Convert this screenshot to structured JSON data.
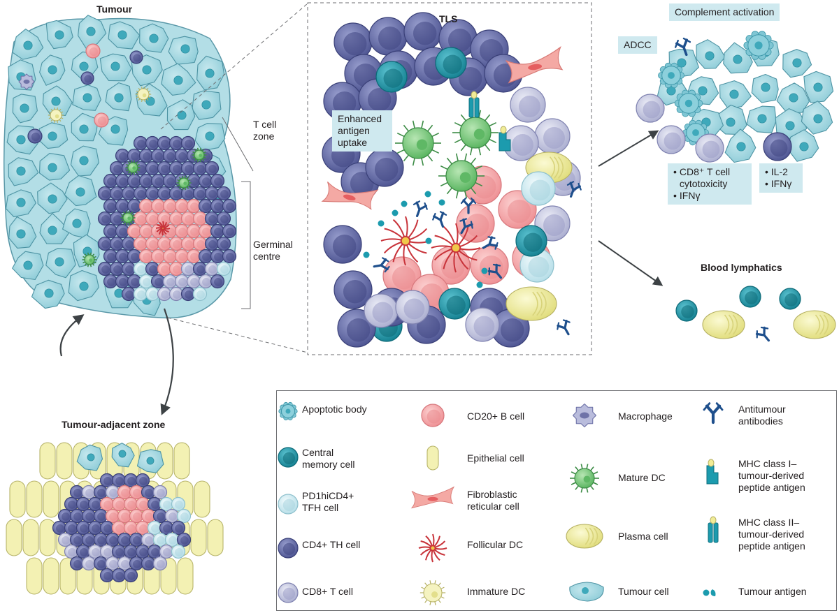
{
  "titles": {
    "tumour": "Tumour",
    "tls": "TLS",
    "tumour_adjacent": "Tumour-adjacent zone",
    "blood_lymphatics": "Blood lymphatics"
  },
  "zones": {
    "t_cell_zone": "T cell zone",
    "germinal_centre": "Germinal centre"
  },
  "boxes": {
    "enhanced": "Enhanced antigen uptake",
    "complement": "Complement activation",
    "adcc": "ADCC",
    "cd8_list": [
      "CD8⁺ T cell cytotoxicity",
      "IFNγ"
    ],
    "il2_list": [
      "IL-2",
      "IFNγ"
    ]
  },
  "legend": {
    "apoptotic": "Apoptotic body",
    "central_memory": "Central memory cell",
    "tfh": "PD1hiCD4+ TFH cell",
    "cd4": "CD4+ TH cell",
    "cd8": "CD8+ T cell",
    "bcell": "CD20+ B cell",
    "epithelial": "Epithelial cell",
    "fibroblastic": "Fibroblastic reticular cell",
    "follicular": "Follicular DC",
    "immature": "Immature DC",
    "macrophage": "Macrophage",
    "mature_dc": "Mature DC",
    "plasma": "Plasma cell",
    "tumour_cell": "Tumour cell",
    "antibodies": "Antitumour antibodies",
    "mhc1": "MHC class I– tumour-derived peptide antigen",
    "mhc2": "MHC class II– tumour-derived peptide antigen",
    "tumour_antigen": "Tumour antigen"
  },
  "colors": {
    "tumour_cell": "#a8d8e0",
    "tumour_nucleus": "#4fb3c4",
    "cd4": "#6a6fa8",
    "cd8": "#c9cbe3",
    "bcell": "#f4a6a8",
    "tfh": "#cfe9f0",
    "central_memory": "#1c9bae",
    "plasma": "#f0ee9e",
    "epithelial": "#f3f1b3",
    "mature_dc": "#7cc97f",
    "fibroblast": "#f2a6a2",
    "follicular_dc": "#d23a3f",
    "antibody": "#1e4f8c",
    "box": "#cfe9ef"
  }
}
